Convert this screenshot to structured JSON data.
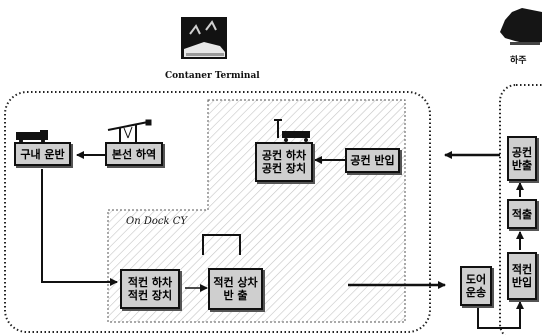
{
  "terminal_label": "Contaner Terminal",
  "ondock_label": "On Dock CY",
  "shipper_label": "하주",
  "boxes": {
    "yard_transport": [
      "구내 운반"
    ],
    "ship_unloading": [
      "본선 하역"
    ],
    "empty_unload": [
      "공컨 하차",
      "공컨 장치"
    ],
    "empty_in": [
      "공컨 반입"
    ],
    "full_unload": [
      "적컨 하차",
      "적컨 장치"
    ],
    "full_load_out": [
      "적컨 상차",
      "반 출"
    ],
    "door_transport": [
      "도어",
      "운송"
    ],
    "empty_out": [
      "공컨",
      "반출"
    ],
    "loading": [
      "적출"
    ],
    "full_in": [
      "적컨",
      "반입"
    ]
  }
}
